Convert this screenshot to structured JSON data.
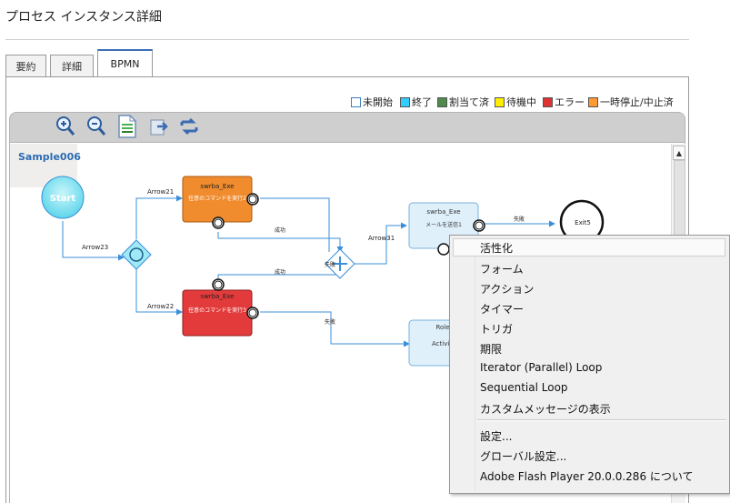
{
  "page": {
    "title": "プロセス インスタンス詳細"
  },
  "tabs": [
    {
      "label": "要約",
      "active": false
    },
    {
      "label": "詳細",
      "active": false
    },
    {
      "label": "BPMN",
      "active": true
    }
  ],
  "legend": [
    {
      "label": "未開始",
      "color": "#ffffff"
    },
    {
      "label": "終了",
      "color": "#33ccff"
    },
    {
      "label": "割当て済",
      "color": "#4f8a4f"
    },
    {
      "label": "待機中",
      "color": "#ffee00"
    },
    {
      "label": "エラー",
      "color": "#dd3333"
    },
    {
      "label": "一時停止/中止済",
      "color": "#ff9933"
    }
  ],
  "toolbar": {
    "buttons": [
      {
        "name": "zoom-in-icon"
      },
      {
        "name": "zoom-out-icon"
      },
      {
        "name": "document-icon"
      },
      {
        "name": "export-icon"
      },
      {
        "name": "refresh-icon"
      }
    ]
  },
  "diagram": {
    "name": "Sample006",
    "start_label": "Start",
    "task1": {
      "title": "swrba_Exe",
      "subtitle": "任意のコマンドを実行2",
      "color": "#f08c2e"
    },
    "task2": {
      "title": "swrba_Exe",
      "subtitle": "任意のコマンドを実行3",
      "color": "#e33b3b"
    },
    "task3": {
      "title": "swrba_Exe",
      "subtitle": "メールを送信1",
      "color": "#dff0fb"
    },
    "task4": {
      "title": "Role",
      "subtitle": "Activiti",
      "color": "#dff0fb"
    },
    "end_label": "Exit5",
    "arrows": {
      "a21": "Arrow21",
      "a22": "Arrow22",
      "a23": "Arrow23",
      "a31": "Arrow31",
      "s1": "成功",
      "s2": "成功",
      "f1": "失敗",
      "f2": "失敗",
      "f3": "失敗"
    }
  },
  "context_menu": {
    "items": [
      "活性化",
      "フォーム",
      "アクション",
      "タイマー",
      "トリガ",
      "期限",
      "Iterator (Parallel) Loop",
      "Sequential Loop",
      "カスタムメッセージの表示"
    ],
    "items2": [
      "設定...",
      "グローバル設定...",
      "Adobe Flash Player 20.0.0.286 について"
    ]
  }
}
